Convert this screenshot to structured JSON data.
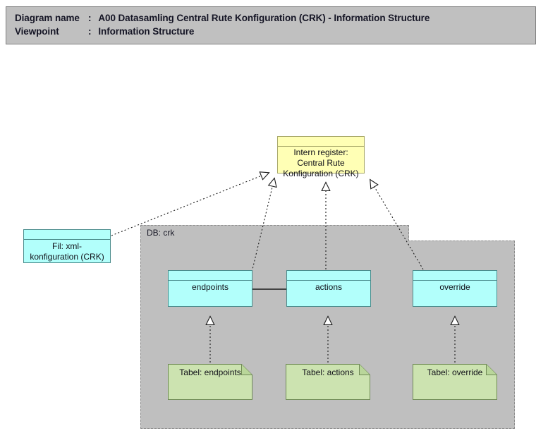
{
  "header": {
    "name_label": "Diagram name",
    "name_separator": ":",
    "name_value": "A00 Datasamling Central Rute Konfiguration (CRK) - Information Structure",
    "viewpoint_label": "Viewpoint",
    "viewpoint_separator": ":",
    "viewpoint_value": "Information Structure"
  },
  "colors": {
    "banner_bg": "#C0C0C0",
    "group_bg": "#BFBFBF",
    "cyan_fill": "#B2FFFB",
    "yellow_fill": "#FFFFB5",
    "green_fill": "#CCE3B0",
    "line": "#1A1A1A"
  },
  "group": {
    "label": "DB: crk"
  },
  "nodes": [
    {
      "id": "intern-register",
      "label": "Intern register:\nCentral Rute\nKonfiguration (CRK)",
      "fill": "yellow",
      "kind": "data-object"
    },
    {
      "id": "fil-xml",
      "label": "Fil: xml-\nkonfiguration (CRK)",
      "fill": "cyan",
      "kind": "data-object"
    },
    {
      "id": "endpoints",
      "label": "endpoints",
      "fill": "cyan",
      "kind": "data-object"
    },
    {
      "id": "actions",
      "label": "actions",
      "fill": "cyan",
      "kind": "data-object"
    },
    {
      "id": "override",
      "label": "override",
      "fill": "cyan",
      "kind": "data-object"
    }
  ],
  "notes": [
    {
      "id": "tabel-endpoints",
      "label": "Tabel: endpoints",
      "fill": "green",
      "kind": "artifact"
    },
    {
      "id": "tabel-actions",
      "label": "Tabel: actions",
      "fill": "green",
      "kind": "artifact"
    },
    {
      "id": "tabel-override",
      "label": "Tabel: override",
      "fill": "green",
      "kind": "artifact"
    }
  ],
  "connectors": [
    {
      "id": "fil-to-intern",
      "from": "fil-xml",
      "to": "intern-register",
      "style": "dashed",
      "arrow": "hollow-triangle"
    },
    {
      "id": "endpoints-to-intern",
      "from": "endpoints",
      "to": "intern-register",
      "style": "dashed",
      "arrow": "hollow-triangle"
    },
    {
      "id": "actions-to-intern",
      "from": "actions",
      "to": "intern-register",
      "style": "dashed",
      "arrow": "hollow-triangle"
    },
    {
      "id": "override-to-intern",
      "from": "override",
      "to": "intern-register",
      "style": "dashed",
      "arrow": "hollow-triangle"
    },
    {
      "id": "tabel-endpoints-to-endpoints",
      "from": "tabel-endpoints",
      "to": "endpoints",
      "style": "dashed",
      "arrow": "hollow-triangle"
    },
    {
      "id": "tabel-actions-to-actions",
      "from": "tabel-actions",
      "to": "actions",
      "style": "dashed",
      "arrow": "hollow-triangle"
    },
    {
      "id": "tabel-override-to-override",
      "from": "tabel-override",
      "to": "override",
      "style": "dashed",
      "arrow": "hollow-triangle"
    },
    {
      "id": "endpoints-actions-association",
      "from": "endpoints",
      "to": "actions",
      "style": "solid",
      "arrow": "none"
    }
  ]
}
